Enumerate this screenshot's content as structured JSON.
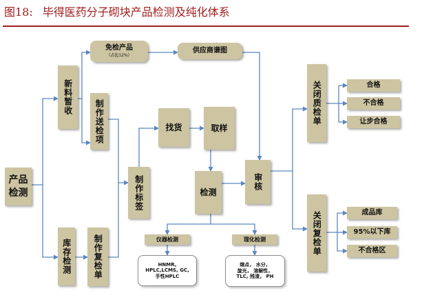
{
  "figure": {
    "number": "图18:",
    "title": "毕得医药分子砌块产品检测及纯化体系"
  },
  "nodes": {
    "product_test": "产品检测",
    "new_purchase": "新料暂收",
    "exempt": "免检产品",
    "exempt_note": "（占比12%）",
    "supply_spectrum": "供应商谱图",
    "make_send": "制作送检项",
    "inventory_test": "库存检测",
    "make_recheck": "制作复检单",
    "make_label": "制作标签",
    "find_goods": "找货",
    "sampling": "取样",
    "testing": "检测",
    "review": "审核",
    "close_quality": "关闭质检单",
    "close_recheck": "关闭复检单",
    "qualified": "合格",
    "unqualified": "不合格",
    "concession": "让步合格",
    "finished_store": "成品库",
    "below95_store": "95%以下库",
    "unqualified_zone": "不合格区",
    "instrument_test": "仪器检测",
    "physchem_test": "理化检测",
    "instrument_items": [
      "HNMR,",
      "HPLC,LCMS, GC,",
      "手性HPLC"
    ],
    "physchem_items": [
      "熔点， 水分，",
      "旋光， 溶解性，",
      "TLC, 残渣， PH"
    ]
  },
  "colors": {
    "box_fill": "#cdc4a2",
    "arrow": "#5b86c0",
    "title": "#a01c1c"
  }
}
